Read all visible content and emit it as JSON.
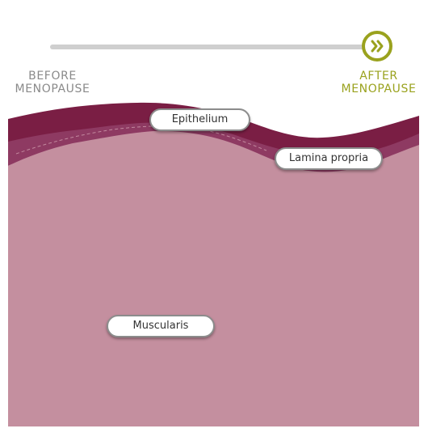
{
  "slider": {
    "position_fraction": 1.0,
    "knob_icon": "double-chevron-right-icon",
    "before_label_line1": "BEFORE",
    "before_label_line2": "MENOPAUSE",
    "after_label_line1": "AFTER",
    "after_label_line2": "MENOPAUSE",
    "active_state": "after"
  },
  "layers": {
    "epithelium": "Epithelium",
    "lamina_propria": "Lamina propria",
    "muscularis": "Muscularis"
  },
  "colors": {
    "accent": "#9aa21e",
    "inactive_label": "#8a8a8a",
    "epithelium": "#7a1e44",
    "lamina_propria": "#8e3a62",
    "muscularis": "#c48f9f"
  }
}
